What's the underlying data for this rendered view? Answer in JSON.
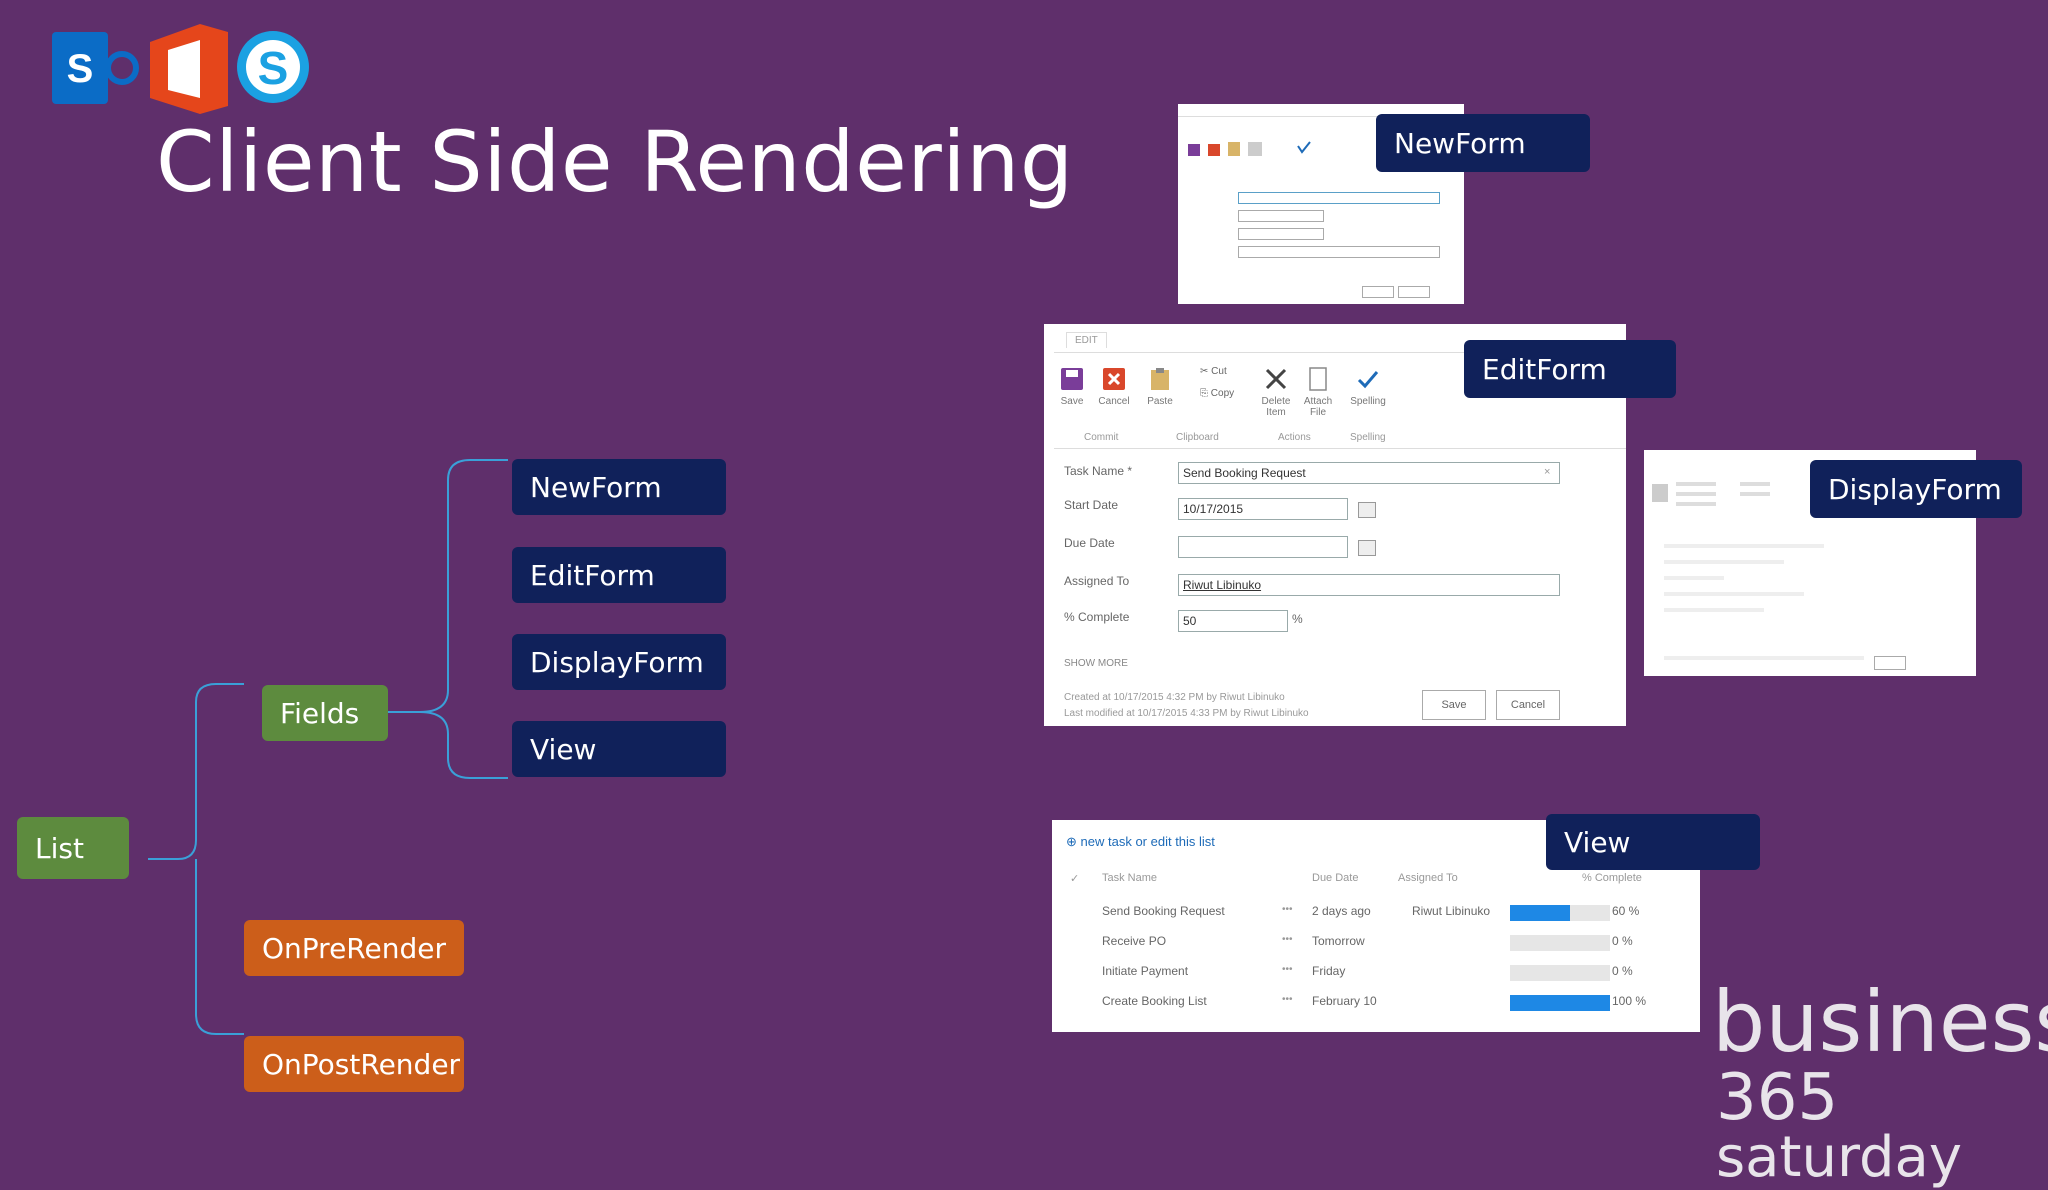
{
  "title": "Client Side Rendering",
  "logos": [
    "sharepoint-logo",
    "office-logo",
    "skype-logo"
  ],
  "tree": {
    "root": "List",
    "fields": "Fields",
    "leaves": [
      "NewForm",
      "EditForm",
      "DisplayForm",
      "View"
    ],
    "events": [
      "OnPreRender",
      "OnPostRender"
    ]
  },
  "screens": {
    "newform_label": "NewForm",
    "editform_label": "EditForm",
    "displayform_label": "DisplayForm",
    "view_label": "View"
  },
  "editform": {
    "tab": "EDIT",
    "buttons": [
      "Save",
      "Cancel",
      "Paste",
      "Cut",
      "Copy",
      "Delete Item",
      "Attach File",
      "Spelling"
    ],
    "groups": [
      "Commit",
      "Clipboard",
      "Actions",
      "Spelling"
    ],
    "field_labels": [
      "Task Name *",
      "Start Date",
      "Due Date",
      "Assigned To",
      "% Complete"
    ],
    "task_name": "Send Booking Request",
    "start_date": "10/17/2015",
    "due_date": "",
    "assigned_to": "Riwut Libinuko",
    "percent": "50",
    "percent_sign": "%",
    "show_more": "SHOW MORE",
    "created": "Created at 10/17/2015 4:32 PM  by    Riwut Libinuko",
    "modified": "Last modified at 10/17/2015 4:33 PM  by    Riwut Libinuko",
    "save": "Save",
    "cancel": "Cancel"
  },
  "view": {
    "header_link": "new task or edit this list",
    "columns": [
      "Task Name",
      "Due Date",
      "Assigned To",
      "% Complete"
    ],
    "rows": [
      {
        "task": "Send Booking Request",
        "due": "2 days ago",
        "assigned": "Riwut Libinuko",
        "percent": 60,
        "percent_label": "60 %"
      },
      {
        "task": "Receive PO",
        "due": "Tomorrow",
        "assigned": "",
        "percent": 0,
        "percent_label": "0 %"
      },
      {
        "task": "Initiate Payment",
        "due": "Friday",
        "assigned": "",
        "percent": 0,
        "percent_label": "0 %"
      },
      {
        "task": "Create Booking List",
        "due": "February 10",
        "assigned": "",
        "percent": 100,
        "percent_label": "100 %"
      }
    ]
  },
  "branding": {
    "line1": "business",
    "line2_number": "365",
    "line2_text": "saturday"
  },
  "colors": {
    "background": "#5f2f6b",
    "navy": "#10215a",
    "green": "#5d8b3e",
    "orange": "#cc5e1a",
    "progress": "#1e88e5"
  }
}
